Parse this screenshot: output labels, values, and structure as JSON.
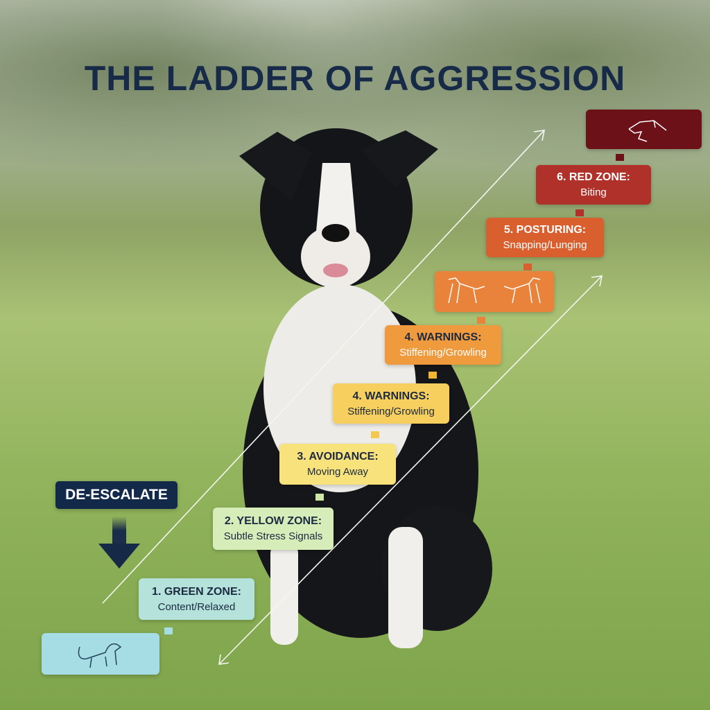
{
  "title": "THE LADDER OF AGGRESSION",
  "deescalate": "DE-ESCALATE",
  "steps": [
    {
      "heading": "1. GREEN ZONE:",
      "sub": "Content/Relaxed",
      "color": "#b5e3dc"
    },
    {
      "heading": "2. YELLOW ZONE:",
      "sub": "Subtle Stress Signals",
      "color": "#d6edb9"
    },
    {
      "heading": "3. AVOIDANCE:",
      "sub": "Moving Away",
      "color": "#f7e27c"
    },
    {
      "heading": "4. WARNINGS:",
      "sub": "Stiffening/Growling",
      "color": "#f7cf5e"
    },
    {
      "heading": "4. WARNINGS:",
      "sub": "Stiffening/Growling",
      "color": "#f09a3e"
    },
    {
      "heading": "5. POSTURING:",
      "sub": "Snapping/Lunging",
      "color": "#d95f2e"
    },
    {
      "heading": "6. RED ZONE:",
      "sub": "Biting",
      "color": "#b0302a"
    }
  ],
  "icons": [
    "relaxed-dog-icon",
    "two-dogs-posturing-icon",
    "snarling-dog-icon"
  ]
}
